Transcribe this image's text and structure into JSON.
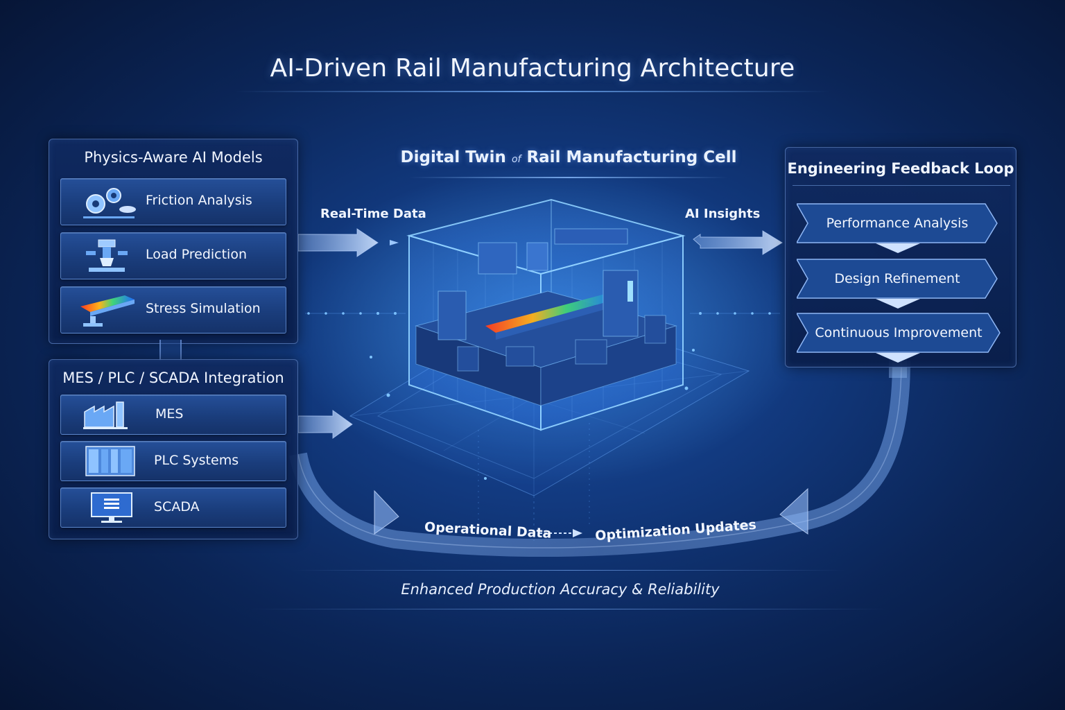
{
  "title": "AI-Driven Rail Manufacturing Architecture",
  "models_panel": {
    "title": "Physics-Aware AI Models",
    "items": [
      {
        "label": "Friction Analysis",
        "icon": "gears-icon"
      },
      {
        "label": "Load Prediction",
        "icon": "hydraulic-press-icon"
      },
      {
        "label": "Stress Simulation",
        "icon": "rail-stress-icon"
      }
    ]
  },
  "integration_panel": {
    "title": "MES / PLC / SCADA Integration",
    "items": [
      {
        "label": "MES",
        "icon": "factory-icon"
      },
      {
        "label": "PLC Systems",
        "icon": "plc-rack-icon"
      },
      {
        "label": "SCADA",
        "icon": "monitor-icon"
      }
    ]
  },
  "digital_twin": {
    "title_prefix": "Digital Twin",
    "title_joiner": "of",
    "title_suffix": "Rail Manufacturing Cell"
  },
  "flows": {
    "realtime": "Real-Time Data",
    "insights": "AI Insights",
    "operational": "Operational Data",
    "optimization": "Optimization Updates"
  },
  "feedback_panel": {
    "title": "Engineering Feedback Loop",
    "steps": [
      {
        "label": "Performance Analysis"
      },
      {
        "label": "Design Refinement"
      },
      {
        "label": "Continuous Improvement"
      }
    ]
  },
  "tagline": "Enhanced Production Accuracy & Reliability",
  "colors": {
    "accent": "#4aa8ff",
    "panel": "#153269",
    "background": "#0b2557"
  }
}
